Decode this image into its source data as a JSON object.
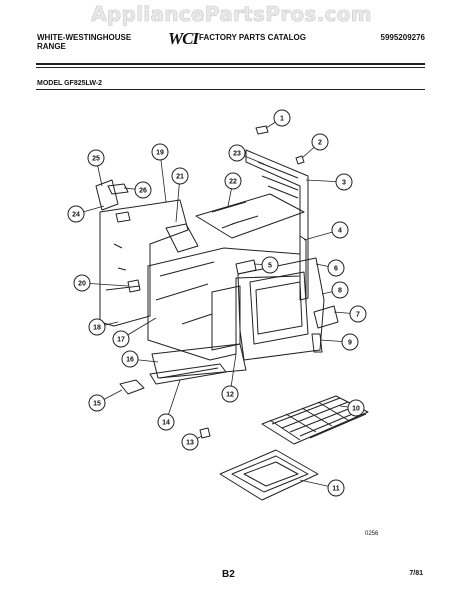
{
  "watermark": "AppliancePartsPros.com",
  "header": {
    "brand_line1": "WHITE-WESTINGHOUSE",
    "brand_line2": "RANGE",
    "logo": "WCI",
    "catalog_title": "FACTORY PARTS CATALOG",
    "catalog_code": "5995209276"
  },
  "model": "MODEL GF825LW-2",
  "callouts": [
    {
      "n": "1"
    },
    {
      "n": "2"
    },
    {
      "n": "3"
    },
    {
      "n": "4"
    },
    {
      "n": "5"
    },
    {
      "n": "6"
    },
    {
      "n": "7"
    },
    {
      "n": "8"
    },
    {
      "n": "9"
    },
    {
      "n": "10"
    },
    {
      "n": "11"
    },
    {
      "n": "12"
    },
    {
      "n": "13"
    },
    {
      "n": "14"
    },
    {
      "n": "15"
    },
    {
      "n": "16"
    },
    {
      "n": "17"
    },
    {
      "n": "18"
    },
    {
      "n": "19"
    },
    {
      "n": "20"
    },
    {
      "n": "21"
    },
    {
      "n": "22"
    },
    {
      "n": "23"
    },
    {
      "n": "24"
    },
    {
      "n": "25"
    },
    {
      "n": "26"
    }
  ],
  "footer": {
    "ref_code": "0256",
    "page": "B2",
    "date": "7/81"
  }
}
